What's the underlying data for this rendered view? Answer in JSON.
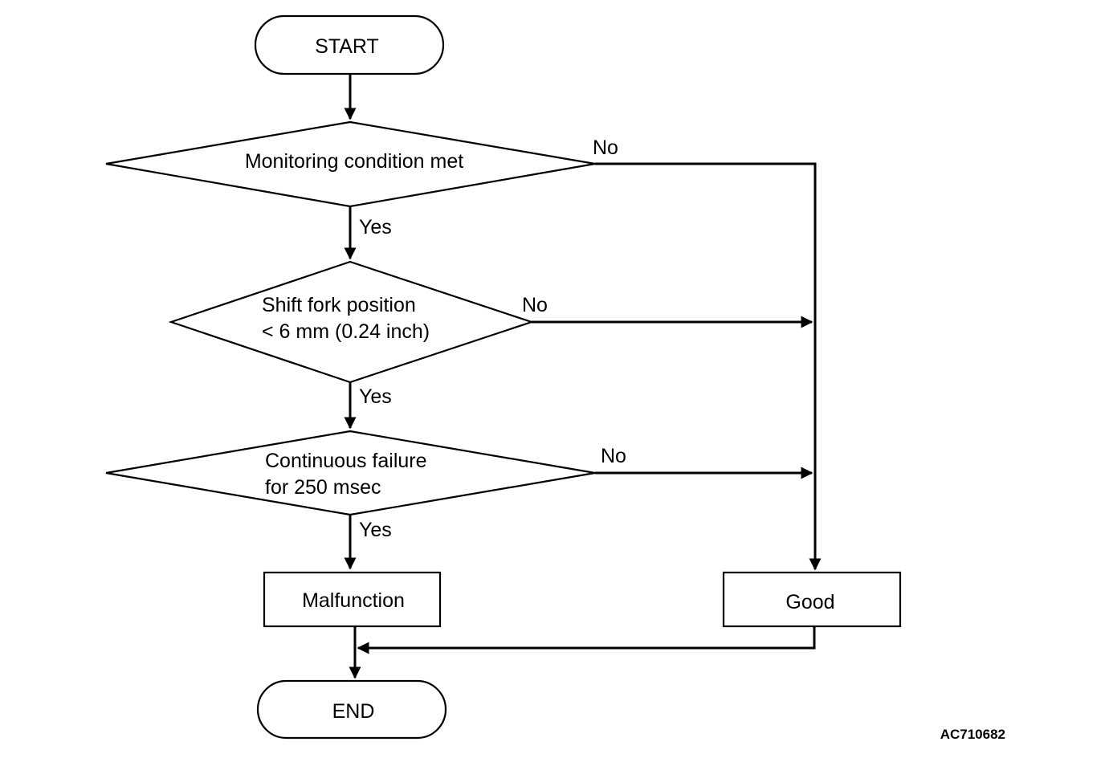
{
  "flowchart": {
    "start": "START",
    "end": "END",
    "decision1": [
      "Monitoring condition met"
    ],
    "decision2": [
      "Shift fork position",
      "< 6 mm (0.24 inch)"
    ],
    "decision3": [
      "Continuous failure",
      "for 250 msec"
    ],
    "malfunction": "Malfunction",
    "good": "Good",
    "yes": "Yes",
    "no": "No"
  },
  "figure_code": "AC710682"
}
